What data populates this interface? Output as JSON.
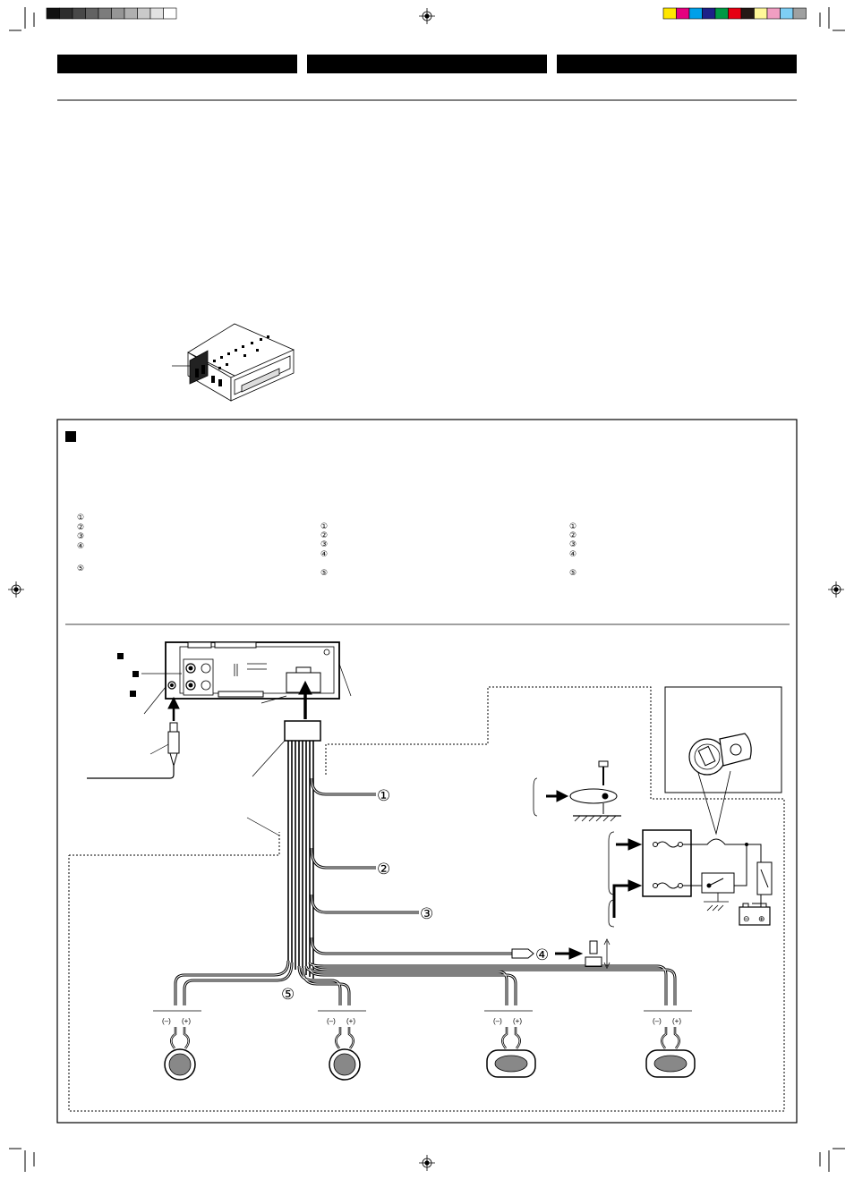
{
  "registration": {
    "grayscale": [
      "#111111",
      "#2e2e2e",
      "#484848",
      "#626262",
      "#7c7c7c",
      "#969696",
      "#b0b0b0",
      "#cacaca",
      "#e2e2e2",
      "#ffffff"
    ],
    "colors": [
      "#ffe600",
      "#e4007f",
      "#00a0e9",
      "#1d2088",
      "#009944",
      "#e60012",
      "#231815",
      "#fff799",
      "#f19ec2",
      "#7ecef4",
      "#9fa0a0"
    ]
  },
  "section_marker": "■",
  "columns": [
    {
      "numbers": [
        "①",
        "②",
        "③",
        "④",
        "⑤"
      ]
    },
    {
      "numbers": [
        "①",
        "②",
        "③",
        "④",
        "⑤"
      ]
    },
    {
      "numbers": [
        "①",
        "②",
        "③",
        "④",
        "⑤"
      ]
    }
  ],
  "callouts": [
    "①",
    "②",
    "③",
    "④",
    "⑤"
  ],
  "speakers": [
    {
      "neg": "(–)",
      "pos": "(+)",
      "shape": "round"
    },
    {
      "neg": "(–)",
      "pos": "(+)",
      "shape": "round"
    },
    {
      "neg": "(–)",
      "pos": "(+)",
      "shape": "oval"
    },
    {
      "neg": "(–)",
      "pos": "(+)",
      "shape": "oval"
    }
  ],
  "battery": {
    "neg": "⊖",
    "pos": "⊕"
  },
  "unit_markers": [
    "■",
    "■",
    "■"
  ],
  "icons": [
    "crop-mark-icon",
    "registration-target-icon",
    "unit-perspective-icon",
    "ground-screw-icon",
    "fuse-box-icon",
    "ignition-key-icon",
    "battery-icon",
    "antenna-plug-icon",
    "speaker-icon"
  ]
}
